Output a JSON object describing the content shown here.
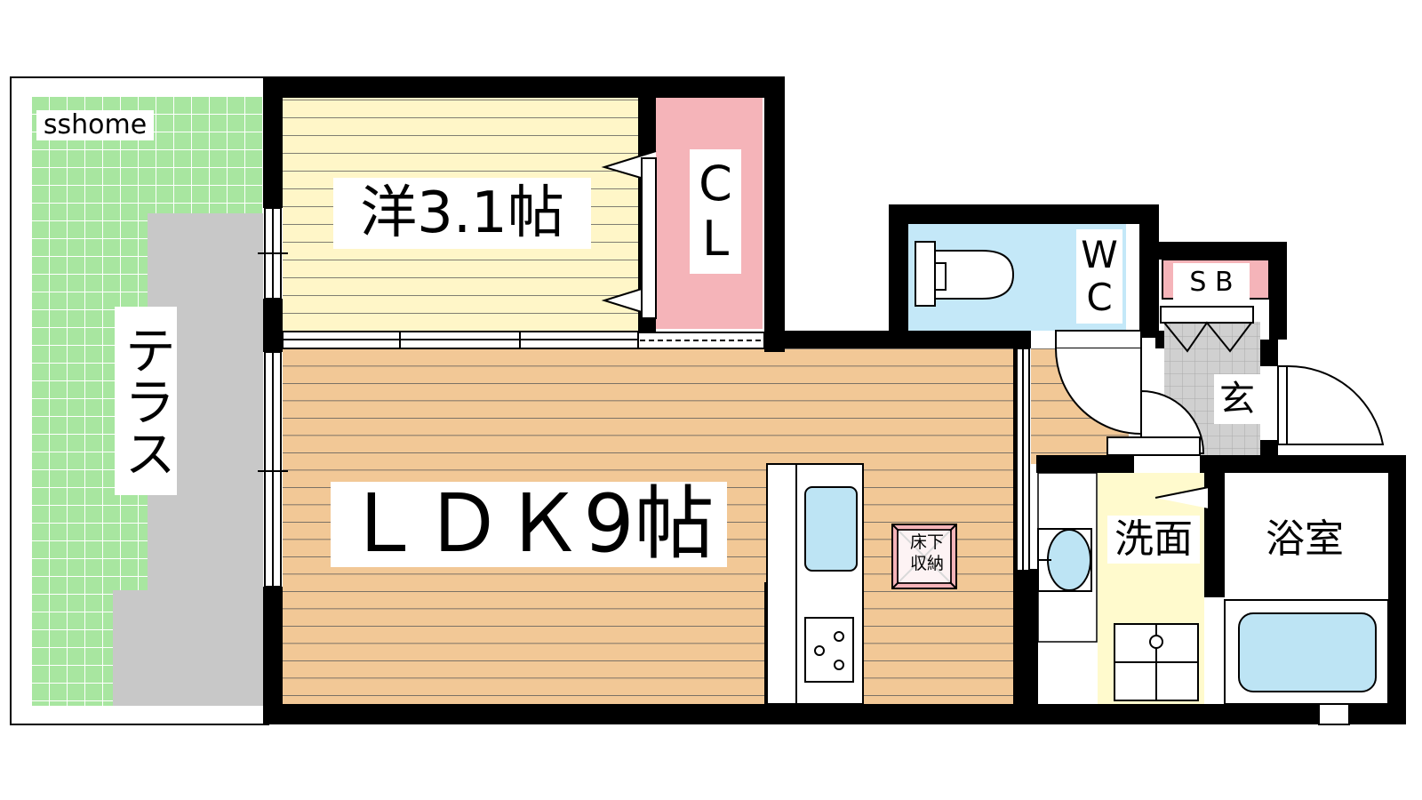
{
  "brand": "sshome",
  "rooms": {
    "ldk": "ＬＤＫ9帖",
    "western": "洋3.1帖",
    "closet": [
      "C",
      "L"
    ],
    "wc": [
      "W",
      "C"
    ],
    "shoe_box": "S B",
    "genkan": "玄",
    "washroom": "洗面",
    "bathroom": "浴室",
    "terrace": "テラス",
    "underfloor_storage": [
      "床下",
      "収納"
    ]
  },
  "colors": {
    "wall": "#000000",
    "terrace_green": "#a8e6a0",
    "terrace_grid": "#ffffff",
    "terrace_gray": "#c8c8c8",
    "western_floor": "#fff6c8",
    "ldk_floor": "#f2c896",
    "closet_pink": "#f5b4b9",
    "wc_blue": "#c4e8f8",
    "washroom_yellow": "#fffacd",
    "fixture_blue": "#bde4f4"
  }
}
